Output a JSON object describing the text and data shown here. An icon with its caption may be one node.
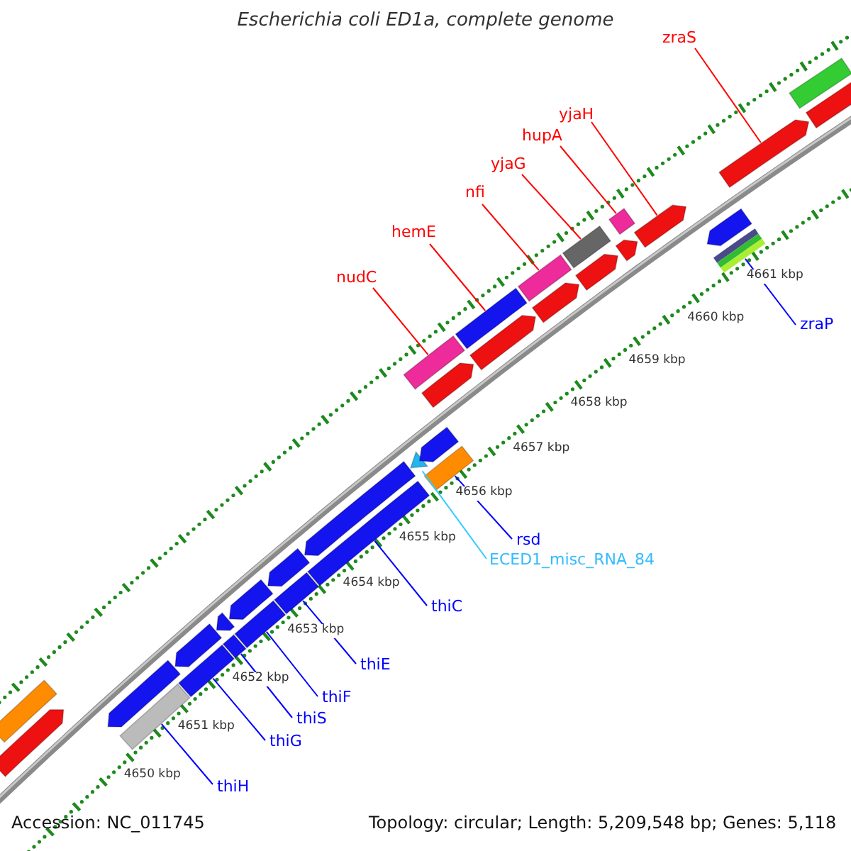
{
  "diagram": {
    "title": "Escherichia coli ED1a, complete genome",
    "nodes": [
      {
        "text": [
          "zraS"
        ]
      },
      {
        "text": [
          "yjaH"
        ]
      },
      {
        "text": [
          "hupA"
        ]
      },
      {
        "text": [
          "yjaG"
        ]
      },
      {
        "text": [
          "nfi"
        ]
      },
      {
        "text": [
          "hemE"
        ]
      },
      {
        "text": [
          "nudC"
        ]
      },
      {
        "text": [
          "zraP"
        ]
      },
      {
        "text": [
          "rsd"
        ]
      },
      {
        "text": [
          "ECED1_misc_RNA_84"
        ]
      },
      {
        "text": [
          "thiC"
        ]
      },
      {
        "text": [
          "thiE"
        ]
      },
      {
        "text": [
          "thiF"
        ]
      },
      {
        "text": [
          "thiS"
        ]
      },
      {
        "text": [
          "thiG"
        ]
      },
      {
        "text": [
          "thiH"
        ]
      },
      {
        "text": [],
        "shape": "arrow"
      },
      {
        "text": [],
        "shape": "arrow"
      },
      {
        "text": [],
        "shape": "bar"
      },
      {
        "text": [],
        "shape": "bar"
      },
      {
        "text": [],
        "shape": "bar"
      },
      {
        "text": [],
        "shape": "bar"
      },
      {
        "text": [],
        "shape": "bar"
      },
      {
        "text": [],
        "shape": "bar"
      },
      {
        "text": [],
        "shape": "bar"
      },
      {
        "text": [],
        "shape": "triangle"
      },
      {
        "text": [],
        "shape": "bar"
      },
      {
        "text": [],
        "shape": "bar"
      },
      {
        "text": [],
        "shape": "bar"
      },
      {
        "text": [],
        "shape": "bar"
      },
      {
        "text": [],
        "shape": "bar"
      },
      {
        "text": [],
        "shape": "bar"
      },
      {
        "text": [],
        "shape": "bar"
      },
      {
        "text": [],
        "shape": "bar"
      },
      {
        "text": [],
        "shape": "arrow"
      },
      {
        "text": [],
        "shape": "arrow"
      },
      {
        "text": [],
        "shape": "arrow"
      },
      {
        "text": [],
        "shape": "arrow"
      },
      {
        "text": [],
        "shape": "arrow"
      },
      {
        "text": [],
        "shape": "arrow"
      },
      {
        "text": [],
        "shape": "arrow"
      },
      {
        "text": [],
        "shape": "arrow"
      },
      {
        "text": [],
        "shape": "arrow"
      },
      {
        "text": [],
        "shape": "arrow"
      },
      {
        "text": [],
        "shape": "arrow"
      },
      {
        "text": [],
        "shape": "arrow"
      },
      {
        "text": [],
        "shape": "arrow"
      },
      {
        "text": [],
        "shape": "arrow"
      },
      {
        "text": [],
        "shape": "arrow"
      }
    ],
    "edges": [
      {
        "from": 0,
        "to": 16,
        "arrow": "none",
        "color": "#ff0000"
      },
      {
        "from": 1,
        "to": 17,
        "arrow": "none",
        "color": "#ff0000"
      },
      {
        "from": 2,
        "to": 18,
        "arrow": "none",
        "color": "#ff0000"
      },
      {
        "from": 3,
        "to": 19,
        "arrow": "none",
        "color": "#ff0000"
      },
      {
        "from": 4,
        "to": 20,
        "arrow": "none",
        "color": "#ff0000"
      },
      {
        "from": 5,
        "to": 21,
        "arrow": "none",
        "color": "#ff0000"
      },
      {
        "from": 6,
        "to": 22,
        "arrow": "none",
        "color": "#ff0000"
      },
      {
        "from": 7,
        "to": 23,
        "arrow": "none"
      },
      {
        "from": 8,
        "to": 24,
        "arrow": "none"
      },
      {
        "from": 9,
        "to": 25,
        "arrow": "none",
        "color": "#33ccff"
      },
      {
        "from": 10,
        "to": 26,
        "arrow": "none"
      },
      {
        "from": 11,
        "to": 27,
        "arrow": "none"
      },
      {
        "from": 12,
        "to": 28,
        "arrow": "none"
      },
      {
        "from": 13,
        "to": 29,
        "arrow": "none"
      },
      {
        "from": 14,
        "to": 30,
        "arrow": "none"
      },
      {
        "from": 15,
        "to": 31,
        "arrow": "none"
      }
    ],
    "labels": [
      "4661 kbp",
      "4660 kbp",
      "4659 kbp",
      "4658 kbp",
      "4657 kbp",
      "4656 kbp",
      "4655 kbp",
      "4654 kbp",
      "4653 kbp",
      "4652 kbp",
      "4651 kbp",
      "4650 kbp",
      "Accession: NC_011745",
      "Topology: circular; Length: 5,209,548 bp; Genes: 5,118"
    ]
  }
}
